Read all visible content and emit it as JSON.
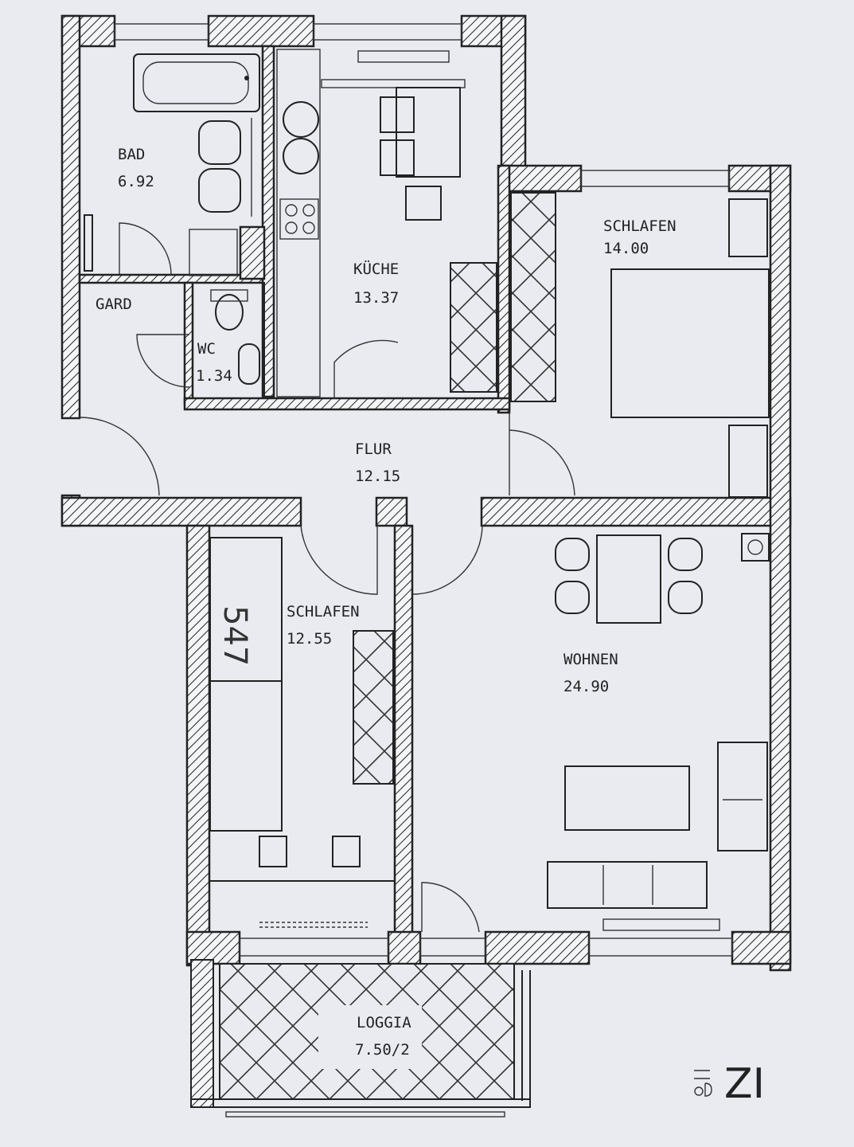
{
  "rooms": {
    "bad": {
      "name": "BAD",
      "area": "6.92"
    },
    "kueche": {
      "name": "KÜCHE",
      "area": "13.37"
    },
    "schlafen1": {
      "name": "SCHLAFEN",
      "area": "14.00"
    },
    "gard": {
      "name": "GARD"
    },
    "wc": {
      "name": "WC",
      "area": "1.34"
    },
    "flur": {
      "name": "FLUR",
      "area": "12.15"
    },
    "schlafen2": {
      "name": "SCHLAFEN",
      "area": "12.55"
    },
    "wohnen": {
      "name": "WOHNEN",
      "area": "24.90"
    },
    "loggia": {
      "name": "LOGGIA",
      "area": "7.50/2"
    }
  },
  "annotations": {
    "handwritten_number": "547",
    "stamp": "ZI"
  }
}
